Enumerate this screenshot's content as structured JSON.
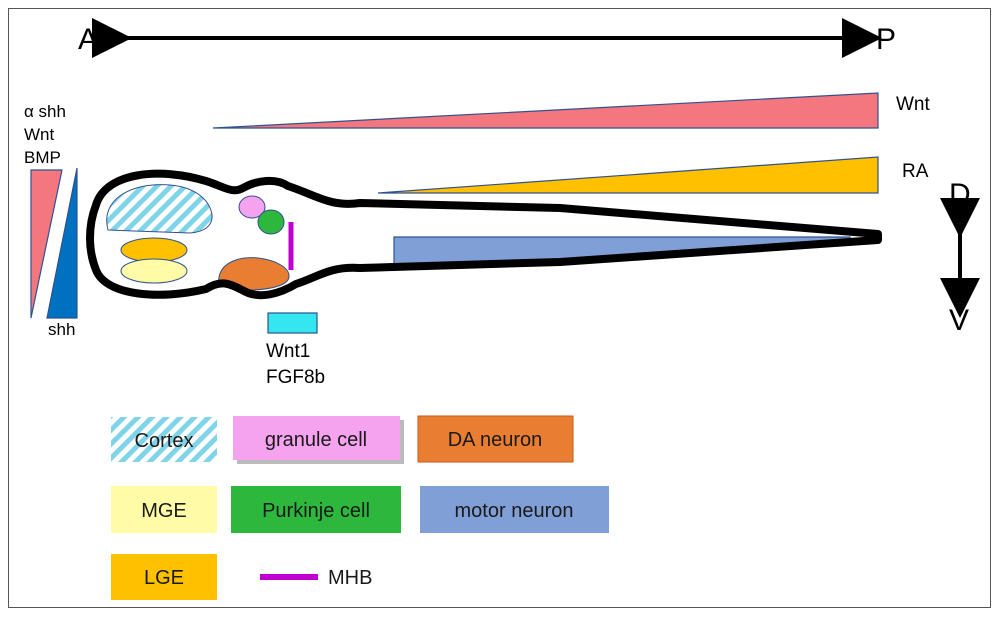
{
  "axis": {
    "anterior": "A",
    "posterior": "P",
    "dorsal": "D",
    "ventral": "V"
  },
  "gradients": {
    "left_top": [
      "α shh",
      "Wnt",
      "BMP"
    ],
    "left_bottom": "shh",
    "right_top": "Wnt",
    "right_middle": "RA"
  },
  "mhb_signals": [
    "Wnt1",
    "FGF8b"
  ],
  "legend": {
    "cortex": "Cortex",
    "granule": "granule cell",
    "da": "DA neuron",
    "mge": "MGE",
    "purkinje": "Purkinje cell",
    "motor": "motor neuron",
    "lge": "LGE",
    "mhb": "MHB"
  },
  "colors": {
    "wnt": "#F4777F",
    "ra": "#FFC000",
    "shh": "#0070C0",
    "cortex": "#7FD4E8",
    "granule": "#F5A3EE",
    "purkinje": "#2DB83D",
    "da": "#E97E33",
    "mge": "#FFFBA6",
    "lge": "#FFC000",
    "motor": "#7F9FD6",
    "mhb": "#C000D0",
    "wnt1_box": "#33E6F0"
  }
}
